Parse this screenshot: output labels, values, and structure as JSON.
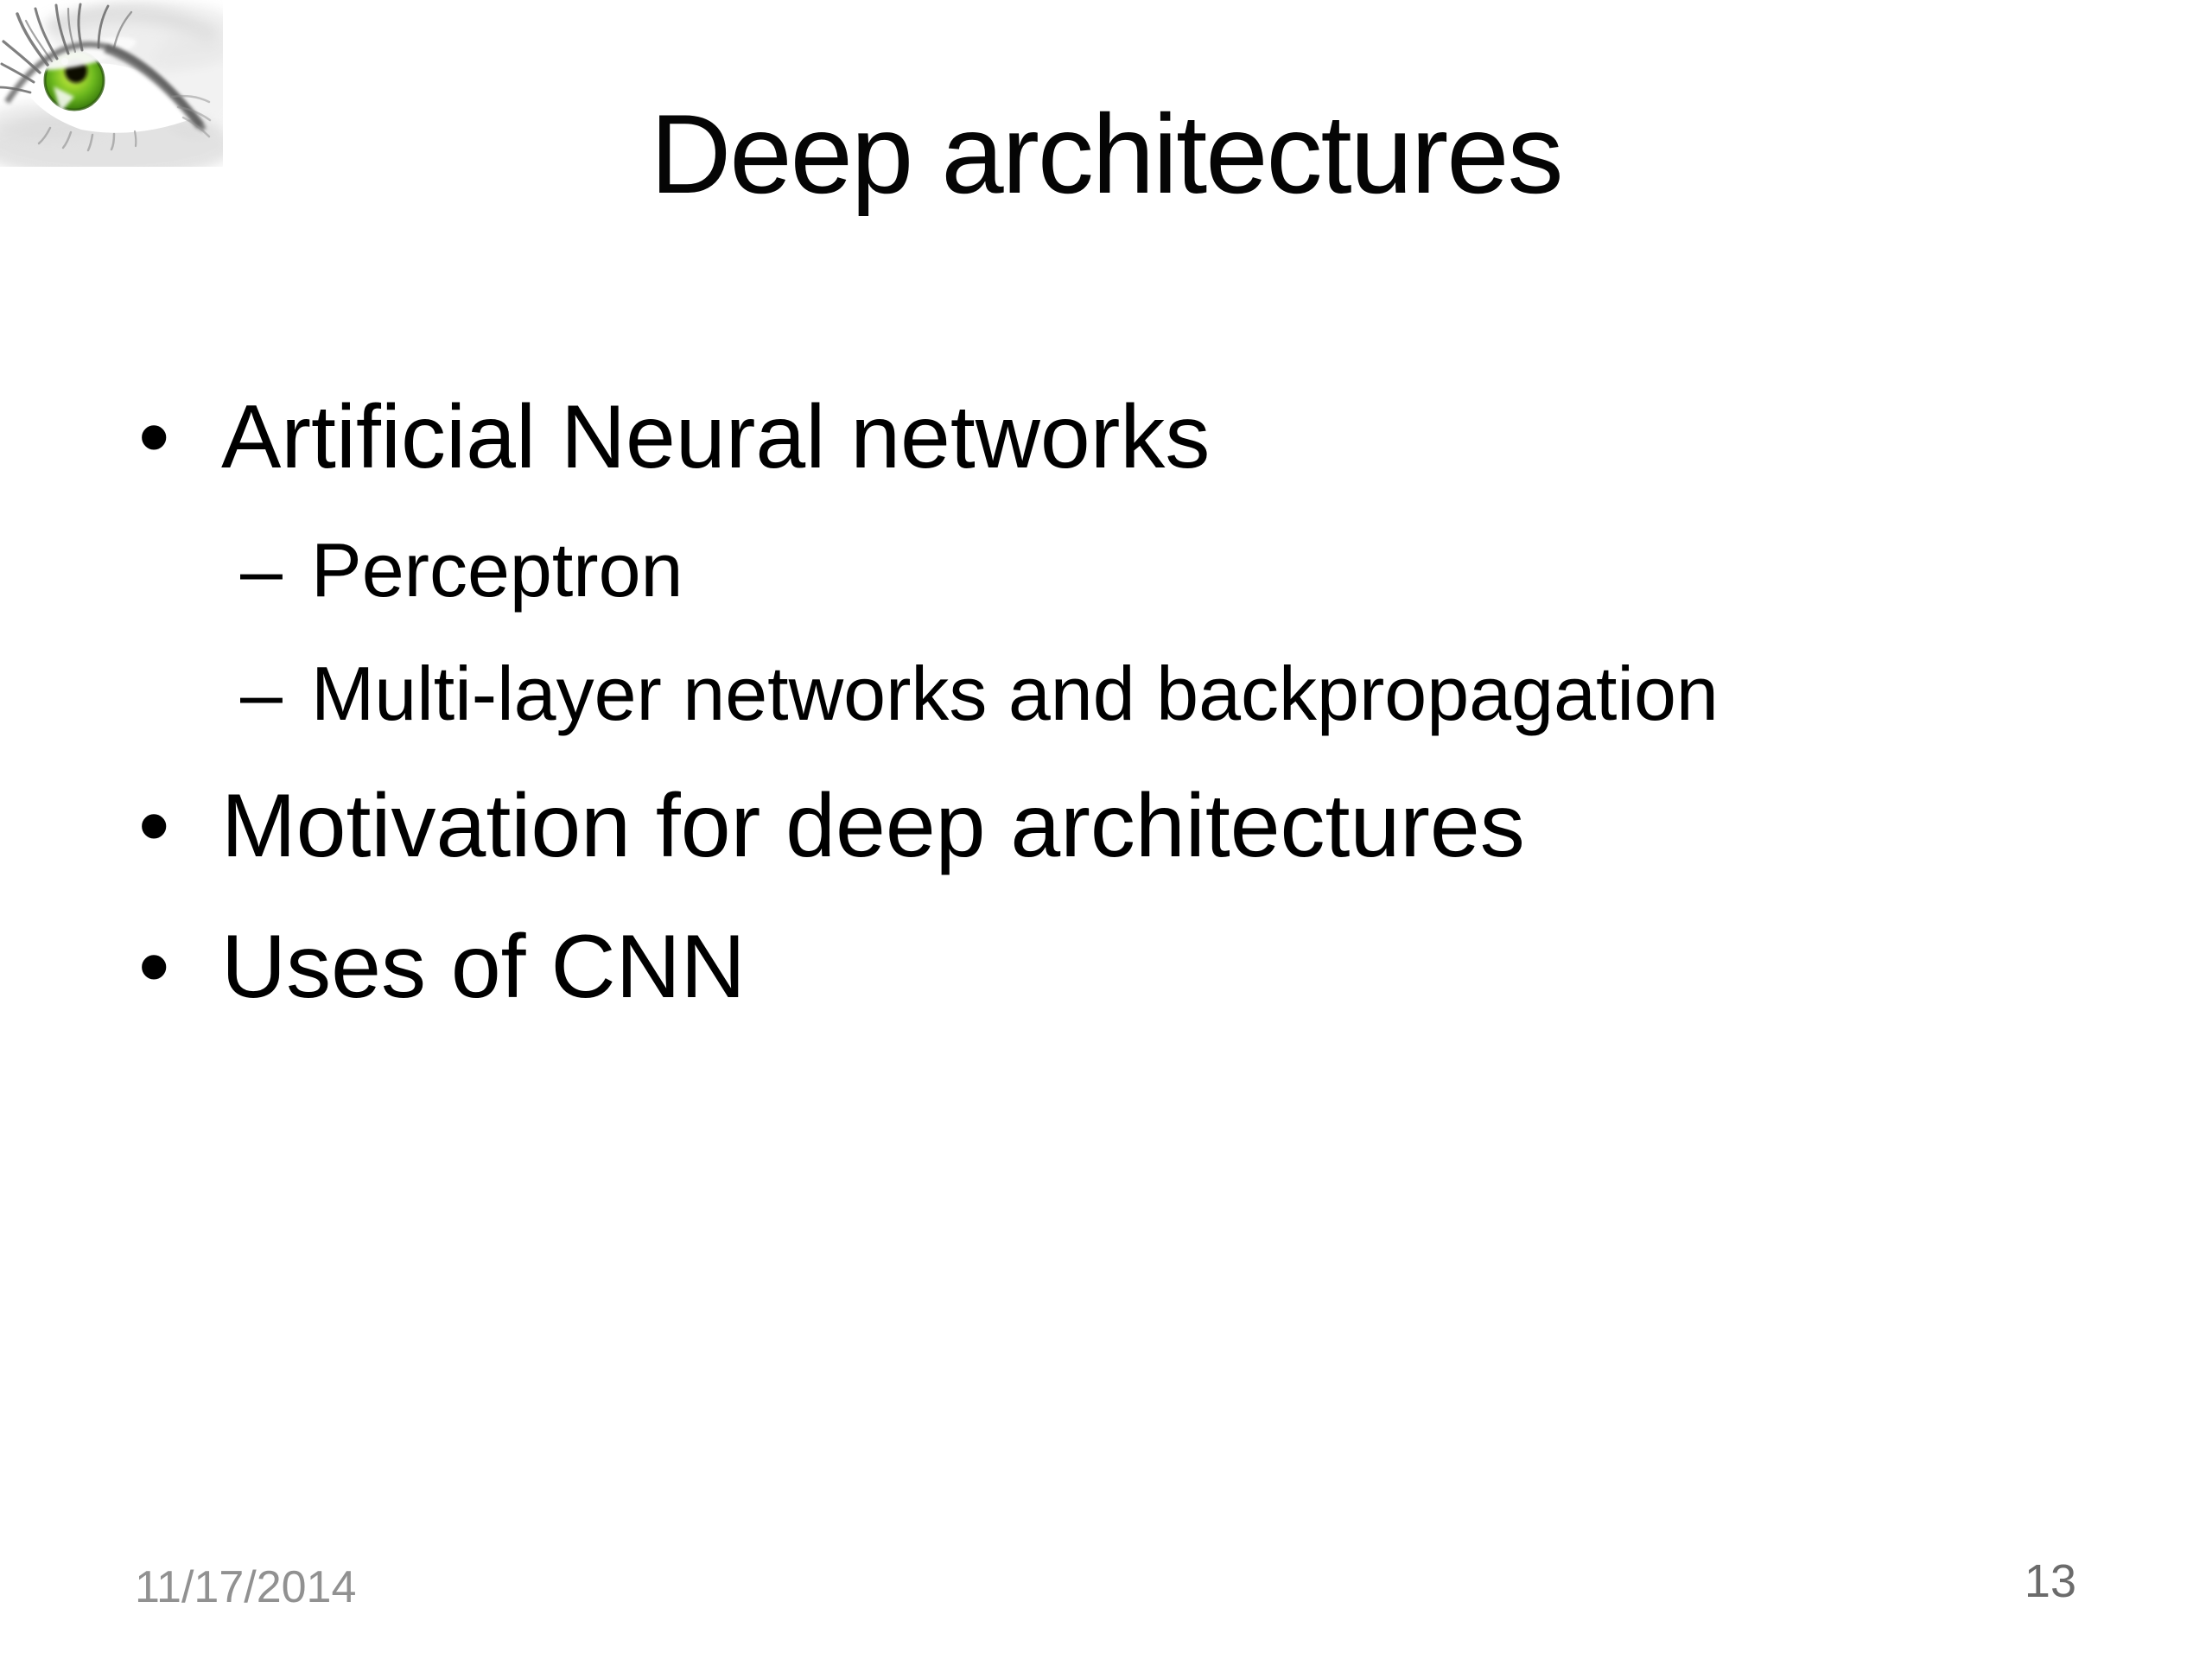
{
  "slide": {
    "title": "Deep architectures",
    "logo": {
      "name": "eye-logo",
      "iris_color": "#6cb81e"
    },
    "glyphs": {
      "level1": "•",
      "level2": "–"
    },
    "bullets": [
      {
        "level": 1,
        "text": "Artificial Neural networks"
      },
      {
        "level": 2,
        "text": "Perceptron"
      },
      {
        "level": 2,
        "text": "Multi-layer networks and backpropagation"
      },
      {
        "level": 1,
        "text": "Motivation for deep architectures"
      },
      {
        "level": 1,
        "text": "Uses of CNN"
      }
    ],
    "footer": {
      "date": "11/17/2014",
      "slide_number": "13"
    },
    "colors": {
      "background": "#ffffff",
      "body_text": "#050505",
      "date_text": "#919191",
      "number_text": "#6b6b6b"
    }
  }
}
